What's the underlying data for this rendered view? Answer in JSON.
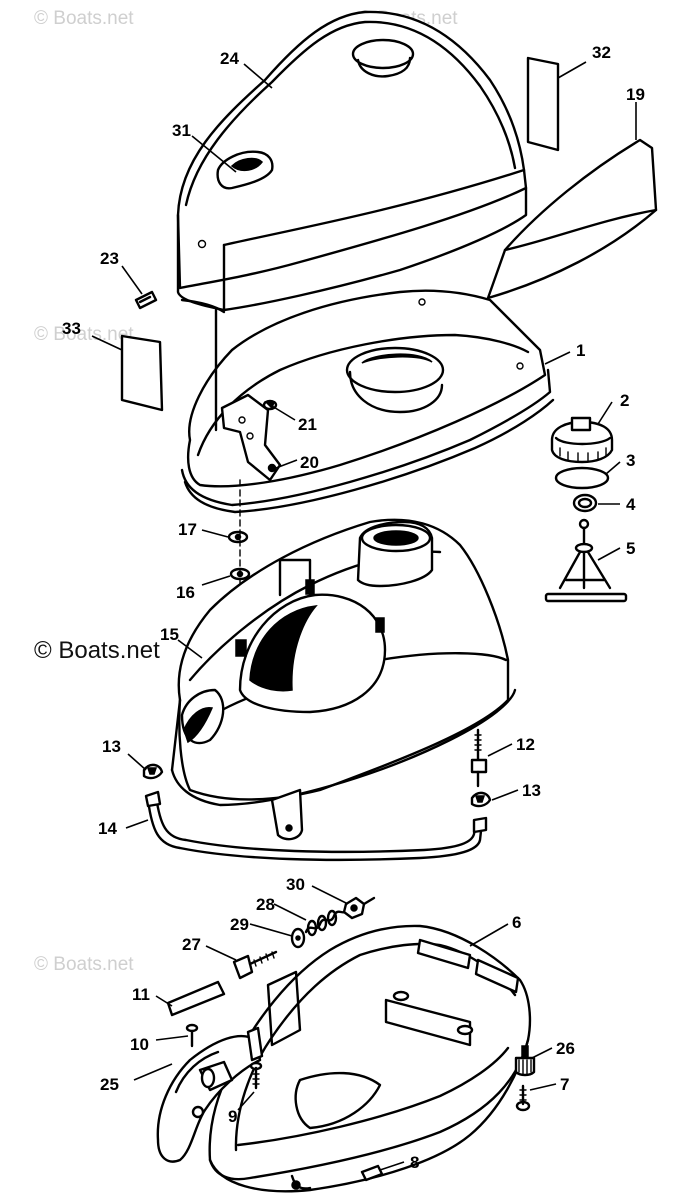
{
  "watermark": {
    "text": "© Boats.net",
    "prominent_text": "© Boats.net"
  },
  "callouts": {
    "c1": "1",
    "c2": "2",
    "c3": "3",
    "c4": "4",
    "c5": "5",
    "c6": "6",
    "c7": "7",
    "c8": "8",
    "c9": "9",
    "c10": "10",
    "c11": "11",
    "c12": "12",
    "c13a": "13",
    "c13b": "13",
    "c14": "14",
    "c15": "15",
    "c16": "16",
    "c17": "17",
    "c19": "19",
    "c20": "20",
    "c21": "21",
    "c23": "23",
    "c24": "24",
    "c25": "25",
    "c26": "26",
    "c27": "27",
    "c28": "28",
    "c29": "29",
    "c30": "30",
    "c31": "31",
    "c32": "32",
    "c33": "33"
  }
}
